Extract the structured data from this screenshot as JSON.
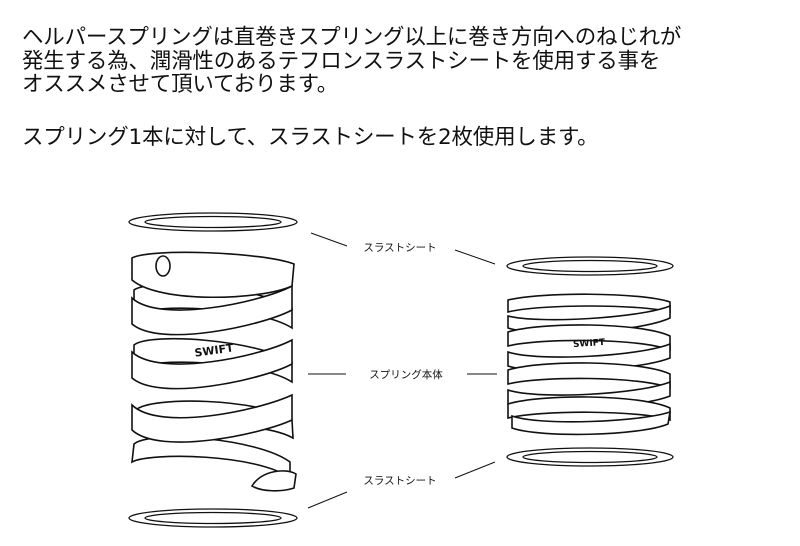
{
  "intro": {
    "paragraph1": "ヘルパースプリングは直巻きスプリング以上に巻き方向へのねじれが\n発生する為、潤滑性のあるテフロンスラストシートを使用する事を\nオススメさせて頂いております。",
    "paragraph2": "スプリング1本に対して、スラストシートを2枚使用します。"
  },
  "diagram": {
    "label_top_thrust_sheet": "スラストシート",
    "label_spring_body": "スプリング本体",
    "label_bottom_thrust_sheet": "スラストシート",
    "logo_text": "SWIFT"
  }
}
